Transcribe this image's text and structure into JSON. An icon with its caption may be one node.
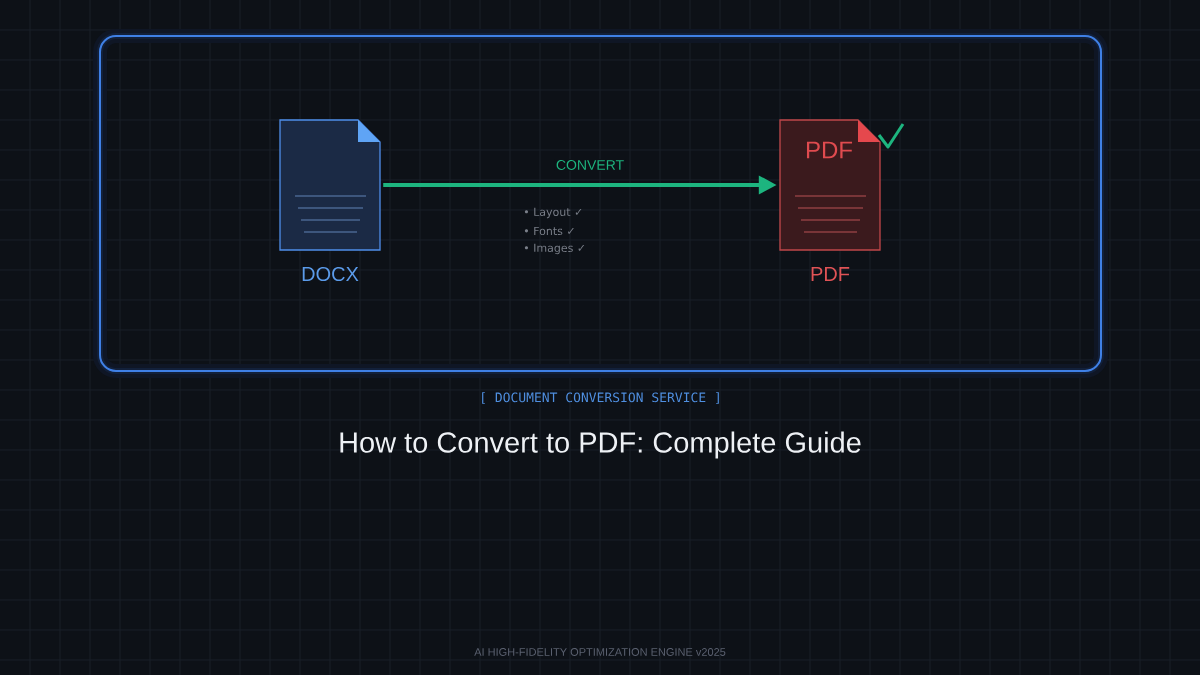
{
  "diagram": {
    "title": "How to Convert to PDF: Complete Guide",
    "nodes": [
      {
        "text": [],
        "shape": "box",
        "beside": [
          "[ DOCUMENT CONVERSION SERVICE ]"
        ]
      },
      {
        "text": [],
        "shape": "document",
        "in": 0,
        "beside": [
          "DOCX"
        ]
      },
      {
        "text": [
          "PDF"
        ],
        "in": 0,
        "beside": [
          "PDF"
        ]
      }
    ],
    "edges": [
      {
        "from": 1,
        "to": 2,
        "arrow": "to",
        "label": "CONVERT"
      }
    ],
    "labels": [
      "• Layout ✓",
      "• Fonts ✓",
      "• Images ✓",
      "AI HIGH-FIDELITY OPTIMIZATION ENGINE v2025"
    ]
  }
}
